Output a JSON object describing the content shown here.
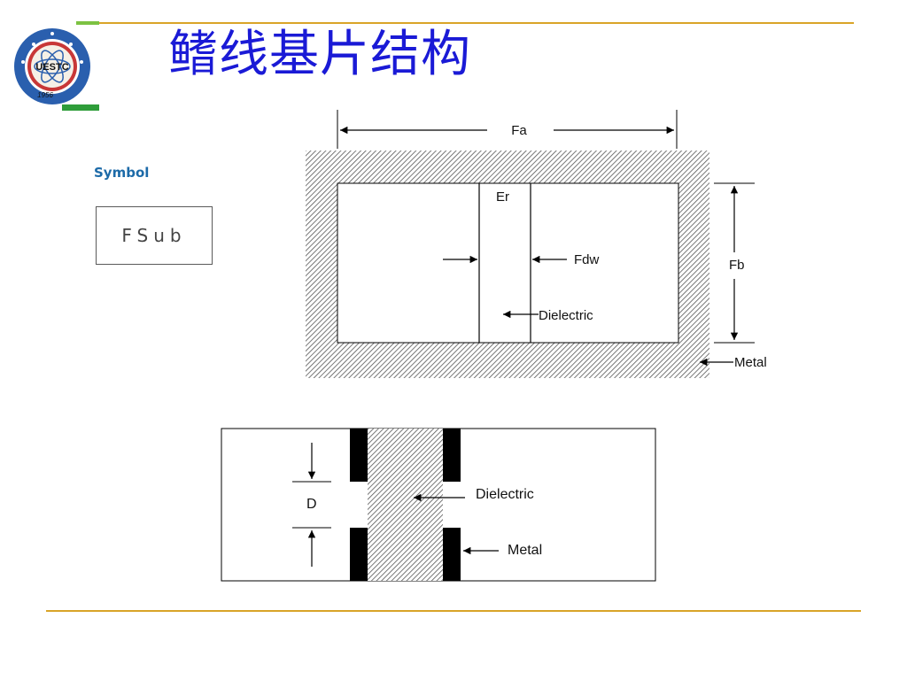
{
  "slide": {
    "title": "鳍线基片结构",
    "logo": {
      "icon": "uestc-logo",
      "abbr": "UESTC",
      "year": "1956"
    }
  },
  "symbol": {
    "heading": "Symbol",
    "box_text": "FSub"
  },
  "top_diagram": {
    "labels": {
      "width": "Fa",
      "height": "Fb",
      "permittivity": "Er",
      "gap_width": "Fdw",
      "dielectric": "Dielectric",
      "metal": "Metal"
    }
  },
  "bottom_diagram": {
    "labels": {
      "dimension": "D",
      "dielectric": "Dielectric",
      "metal": "Metal"
    }
  },
  "colors": {
    "accent_rule": "#d9a428",
    "title": "#1a1ad6",
    "symbol_heading": "#1c6aa8"
  }
}
